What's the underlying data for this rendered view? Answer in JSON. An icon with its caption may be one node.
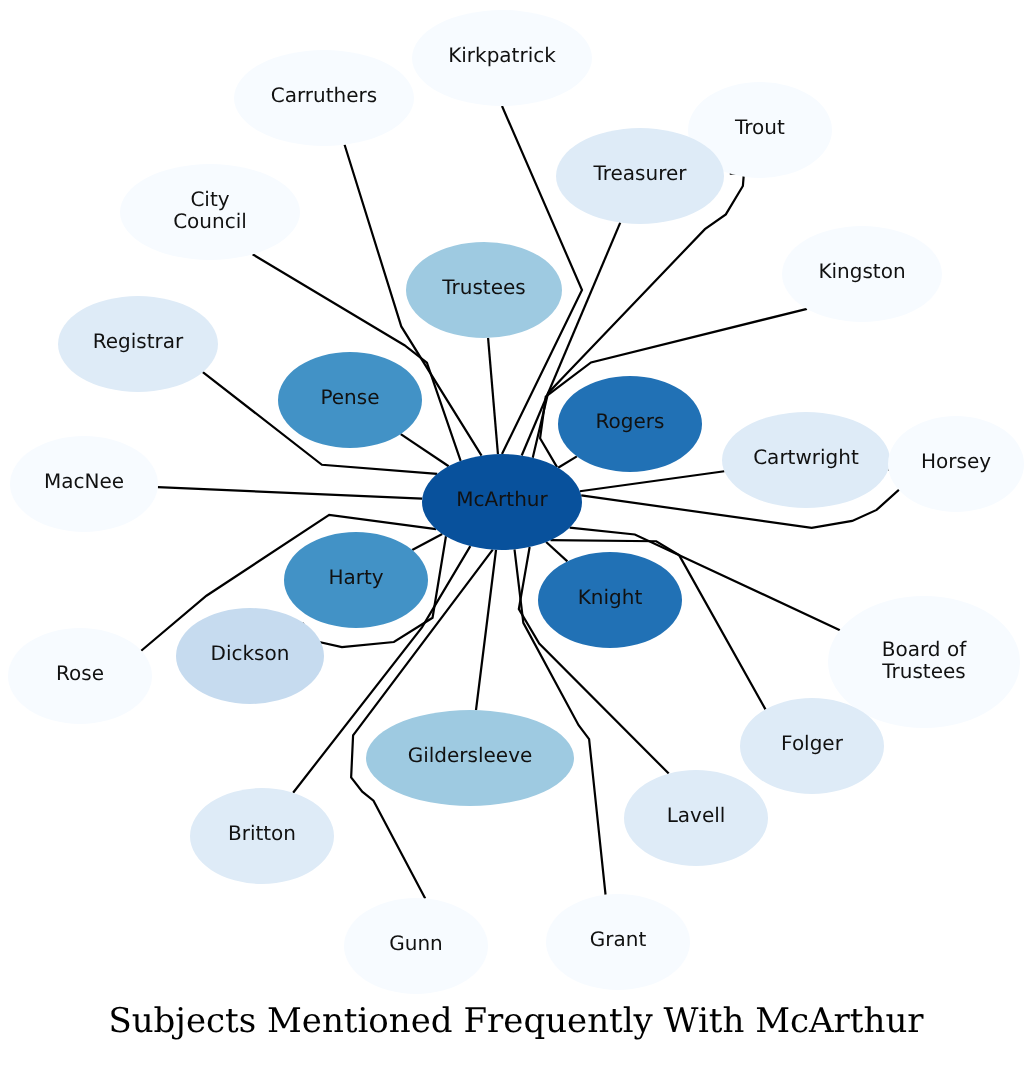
{
  "diagram": {
    "title": "Subjects Mentioned Frequently With McArthur",
    "nodes": [
      {
        "text": [
          "McArthur"
        ]
      },
      {
        "text": [
          "Kirkpatrick"
        ]
      },
      {
        "text": [
          "Carruthers"
        ]
      },
      {
        "text": [
          "Trout"
        ]
      },
      {
        "text": [
          "Treasurer"
        ]
      },
      {
        "text": [
          "City Council"
        ]
      },
      {
        "text": [
          "Kingston"
        ]
      },
      {
        "text": [
          "Trustees"
        ]
      },
      {
        "text": [
          "Registrar"
        ]
      },
      {
        "text": [
          "Pense"
        ]
      },
      {
        "text": [
          "Rogers"
        ]
      },
      {
        "text": [
          "Cartwright"
        ]
      },
      {
        "text": [
          "Horsey"
        ]
      },
      {
        "text": [
          "MacNee"
        ]
      },
      {
        "text": [
          "Harty"
        ]
      },
      {
        "text": [
          "Knight"
        ]
      },
      {
        "text": [
          "Board of Trustees"
        ]
      },
      {
        "text": [
          "Dickson"
        ]
      },
      {
        "text": [
          "Rose"
        ]
      },
      {
        "text": [
          "Folger"
        ]
      },
      {
        "text": [
          "Gildersleeve"
        ]
      },
      {
        "text": [
          "Lavell"
        ]
      },
      {
        "text": [
          "Britton"
        ]
      },
      {
        "text": [
          "Grant"
        ]
      },
      {
        "text": [
          "Gunn"
        ]
      }
    ],
    "edges": [
      {
        "from": 0,
        "to": 1,
        "arrow": "none"
      },
      {
        "from": 0,
        "to": 2,
        "arrow": "none"
      },
      {
        "from": 0,
        "to": 3,
        "arrow": "none"
      },
      {
        "from": 0,
        "to": 4,
        "arrow": "none"
      },
      {
        "from": 0,
        "to": 5,
        "arrow": "none"
      },
      {
        "from": 0,
        "to": 6,
        "arrow": "none"
      },
      {
        "from": 0,
        "to": 7,
        "arrow": "none"
      },
      {
        "from": 0,
        "to": 8,
        "arrow": "none"
      },
      {
        "from": 0,
        "to": 9,
        "arrow": "none"
      },
      {
        "from": 0,
        "to": 10,
        "arrow": "none"
      },
      {
        "from": 0,
        "to": 11,
        "arrow": "none"
      },
      {
        "from": 0,
        "to": 12,
        "arrow": "none"
      },
      {
        "from": 0,
        "to": 13,
        "arrow": "none"
      },
      {
        "from": 0,
        "to": 14,
        "arrow": "none"
      },
      {
        "from": 0,
        "to": 15,
        "arrow": "none"
      },
      {
        "from": 0,
        "to": 16,
        "arrow": "none"
      },
      {
        "from": 0,
        "to": 17,
        "arrow": "none"
      },
      {
        "from": 0,
        "to": 18,
        "arrow": "none"
      },
      {
        "from": 0,
        "to": 19,
        "arrow": "none"
      },
      {
        "from": 0,
        "to": 20,
        "arrow": "none"
      },
      {
        "from": 0,
        "to": 21,
        "arrow": "none"
      },
      {
        "from": 0,
        "to": 22,
        "arrow": "none"
      },
      {
        "from": 0,
        "to": 23,
        "arrow": "none"
      },
      {
        "from": 0,
        "to": 24,
        "arrow": "none"
      }
    ]
  }
}
